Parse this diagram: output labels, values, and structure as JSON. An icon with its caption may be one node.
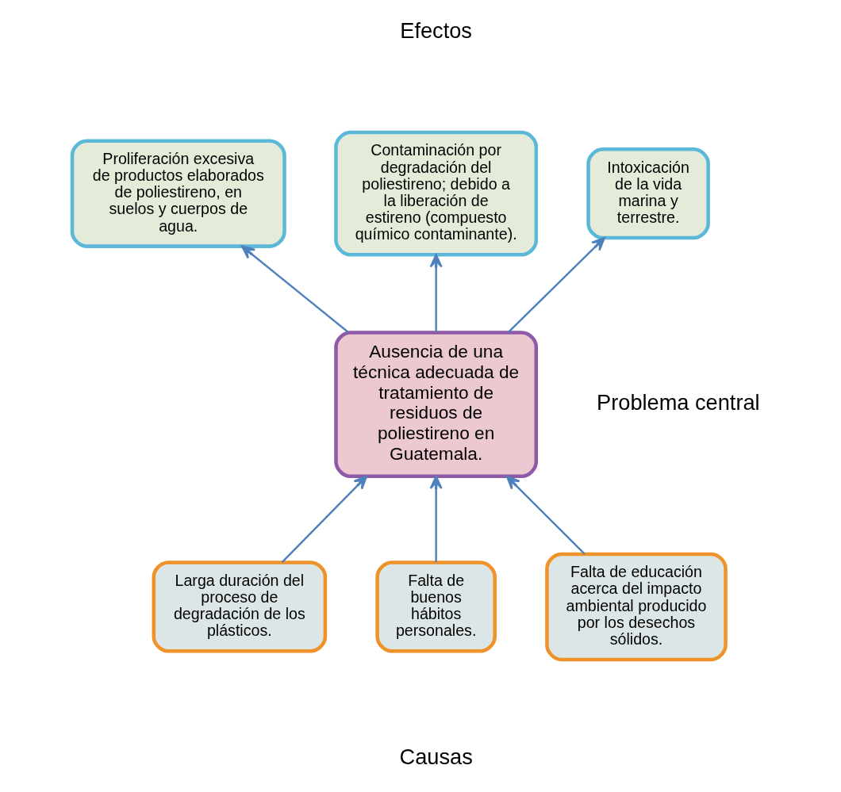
{
  "diagram": {
    "nodes": [
      {
        "text": [
          "Proliferación excesiva de productos elaborados de poliestireno, en suelos y cuerpos de agua."
        ]
      },
      {
        "text": [
          "Contaminación por degradación del poliestireno; debido a la liberación de estireno (compuesto químico contaminante)."
        ]
      },
      {
        "text": [
          "Intoxicación de la vida marina y terrestre."
        ]
      },
      {
        "text": [
          "Ausencia de una técnica adecuada de tratamiento de residuos de poliestireno en Guatemala."
        ]
      },
      {
        "text": [
          "Larga duración del proceso de degradación de los plásticos."
        ]
      },
      {
        "text": [
          "Falta de buenos hábitos personales."
        ]
      },
      {
        "text": [
          "Falta de educación acerca del impacto ambiental producido por los desechos sólidos."
        ]
      }
    ],
    "edges": [
      {
        "from": 3,
        "to": 0,
        "arrow": "to"
      },
      {
        "from": 3,
        "to": 1,
        "arrow": "to"
      },
      {
        "from": 3,
        "to": 2,
        "arrow": "to"
      },
      {
        "from": 4,
        "to": 3,
        "arrow": "to"
      },
      {
        "from": 5,
        "to": 3,
        "arrow": "to"
      },
      {
        "from": 6,
        "to": 3,
        "arrow": "to"
      }
    ],
    "labels": [
      "Efectos",
      "Problema central",
      "Causas"
    ]
  }
}
